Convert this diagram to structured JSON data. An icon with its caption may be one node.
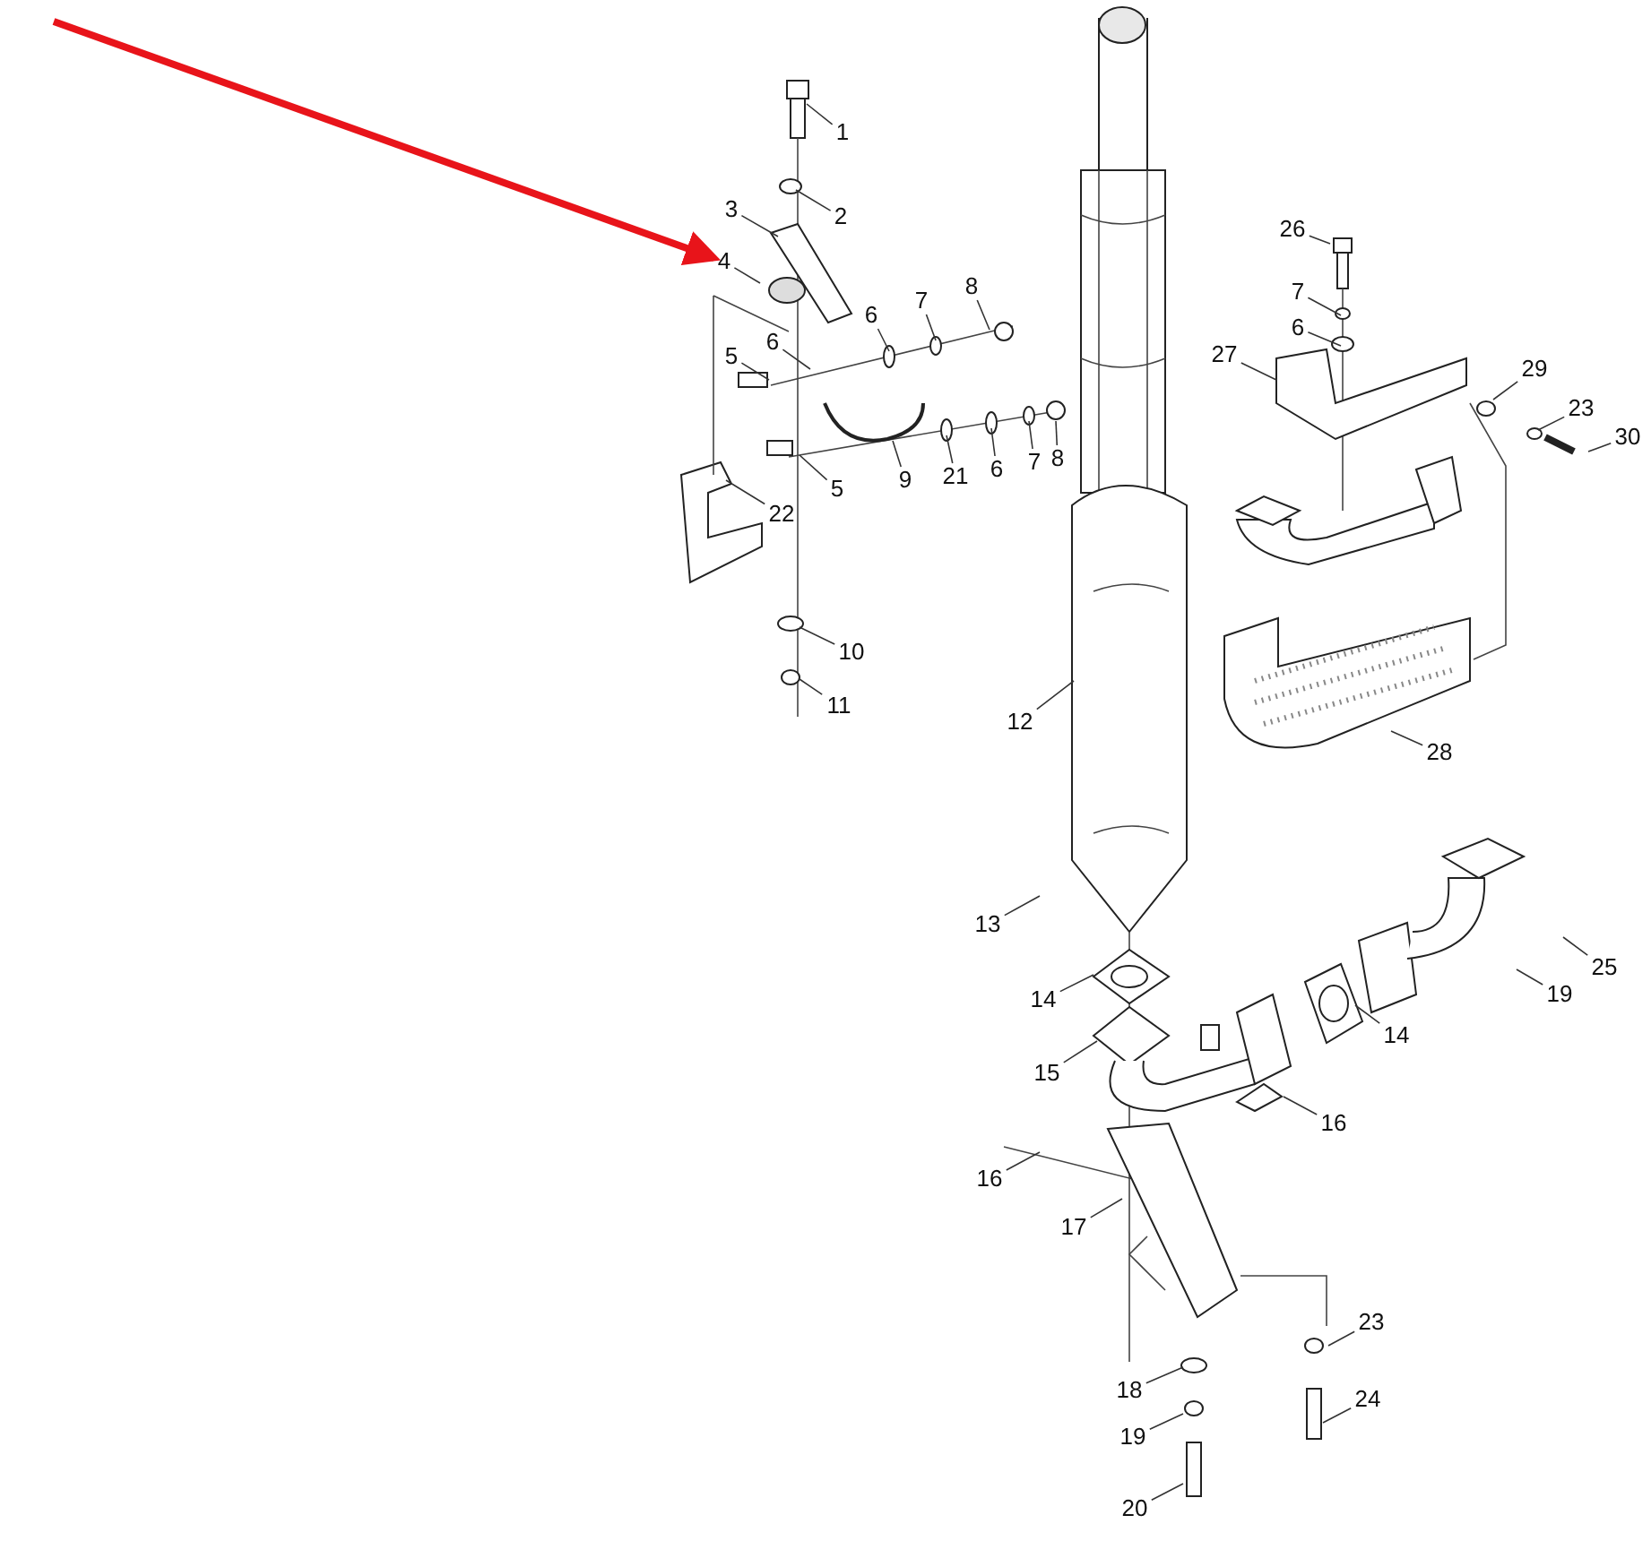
{
  "diagram": {
    "nodes": [
      {
        "text": [
          "1"
        ]
      },
      {
        "text": [
          "2"
        ]
      },
      {
        "text": [
          "3"
        ]
      },
      {
        "text": [
          "4"
        ]
      },
      {
        "text": [
          "6"
        ]
      },
      {
        "text": [
          "6"
        ]
      },
      {
        "text": [
          "7"
        ]
      },
      {
        "text": [
          "8"
        ]
      },
      {
        "text": [
          "5"
        ]
      },
      {
        "text": [
          "5"
        ]
      },
      {
        "text": [
          "9"
        ]
      },
      {
        "text": [
          "21"
        ]
      },
      {
        "text": [
          "6"
        ]
      },
      {
        "text": [
          "7"
        ]
      },
      {
        "text": [
          "8"
        ]
      },
      {
        "text": [
          "22"
        ]
      },
      {
        "text": [
          "10"
        ]
      },
      {
        "text": [
          "11"
        ]
      },
      {
        "text": [
          "12"
        ]
      },
      {
        "text": [
          "26"
        ]
      },
      {
        "text": [
          "7"
        ]
      },
      {
        "text": [
          "6"
        ]
      },
      {
        "text": [
          "27"
        ]
      },
      {
        "text": [
          "29"
        ]
      },
      {
        "text": [
          "23"
        ]
      },
      {
        "text": [
          "30"
        ]
      },
      {
        "text": [
          "28"
        ]
      },
      {
        "text": [
          "13"
        ]
      },
      {
        "text": [
          "14"
        ]
      },
      {
        "text": [
          "15"
        ]
      },
      {
        "text": [
          "14"
        ]
      },
      {
        "text": [
          "19"
        ]
      },
      {
        "text": [
          "25"
        ]
      },
      {
        "text": [
          "16"
        ]
      },
      {
        "text": [
          "16"
        ]
      },
      {
        "text": [
          "17"
        ]
      },
      {
        "text": [
          "23"
        ]
      },
      {
        "text": [
          "24"
        ]
      },
      {
        "text": [
          "18"
        ]
      },
      {
        "text": [
          "19"
        ]
      },
      {
        "text": [
          "20"
        ]
      }
    ],
    "edges": [
      {
        "from": 0,
        "to": null,
        "arrow": "none"
      },
      {
        "from": 1,
        "to": null,
        "arrow": "none"
      },
      {
        "from": 2,
        "to": null,
        "arrow": "none"
      },
      {
        "from": 3,
        "to": null,
        "arrow": "none"
      },
      {
        "from": 4,
        "to": null,
        "arrow": "none"
      },
      {
        "from": 5,
        "to": null,
        "arrow": "none"
      },
      {
        "from": 6,
        "to": null,
        "arrow": "none"
      },
      {
        "from": 7,
        "to": null,
        "arrow": "none"
      },
      {
        "from": 8,
        "to": null,
        "arrow": "none"
      },
      {
        "from": 9,
        "to": null,
        "arrow": "none"
      },
      {
        "from": 10,
        "to": null,
        "arrow": "none"
      },
      {
        "from": 11,
        "to": null,
        "arrow": "none"
      },
      {
        "from": 12,
        "to": null,
        "arrow": "none"
      },
      {
        "from": 13,
        "to": null,
        "arrow": "none"
      },
      {
        "from": 14,
        "to": null,
        "arrow": "none"
      },
      {
        "from": 15,
        "to": null,
        "arrow": "none"
      },
      {
        "from": 16,
        "to": null,
        "arrow": "none"
      },
      {
        "from": 17,
        "to": null,
        "arrow": "none"
      },
      {
        "from": 18,
        "to": null,
        "arrow": "none"
      },
      {
        "from": 19,
        "to": null,
        "arrow": "none"
      },
      {
        "from": 20,
        "to": null,
        "arrow": "none"
      },
      {
        "from": 21,
        "to": null,
        "arrow": "none"
      },
      {
        "from": 22,
        "to": null,
        "arrow": "none"
      },
      {
        "from": 23,
        "to": null,
        "arrow": "none"
      },
      {
        "from": 24,
        "to": null,
        "arrow": "none"
      },
      {
        "from": 25,
        "to": null,
        "arrow": "none"
      },
      {
        "from": 26,
        "to": null,
        "arrow": "none"
      },
      {
        "from": 27,
        "to": null,
        "arrow": "none"
      },
      {
        "from": 28,
        "to": null,
        "arrow": "none"
      },
      {
        "from": 29,
        "to": null,
        "arrow": "none"
      },
      {
        "from": 30,
        "to": null,
        "arrow": "none"
      },
      {
        "from": 31,
        "to": null,
        "arrow": "none"
      },
      {
        "from": 32,
        "to": null,
        "arrow": "none"
      },
      {
        "from": 33,
        "to": null,
        "arrow": "none"
      },
      {
        "from": 34,
        "to": null,
        "arrow": "none"
      },
      {
        "from": 35,
        "to": null,
        "arrow": "none"
      },
      {
        "from": 36,
        "to": null,
        "arrow": "none"
      },
      {
        "from": 37,
        "to": null,
        "arrow": "none"
      },
      {
        "from": 38,
        "to": null,
        "arrow": "none"
      },
      {
        "from": 39,
        "to": null,
        "arrow": "none"
      },
      {
        "from": 40,
        "to": null,
        "arrow": "none"
      },
      {
        "from": null,
        "to": 3,
        "arrow": "to",
        "style": "thick",
        "color": "#e8141a"
      }
    ]
  }
}
